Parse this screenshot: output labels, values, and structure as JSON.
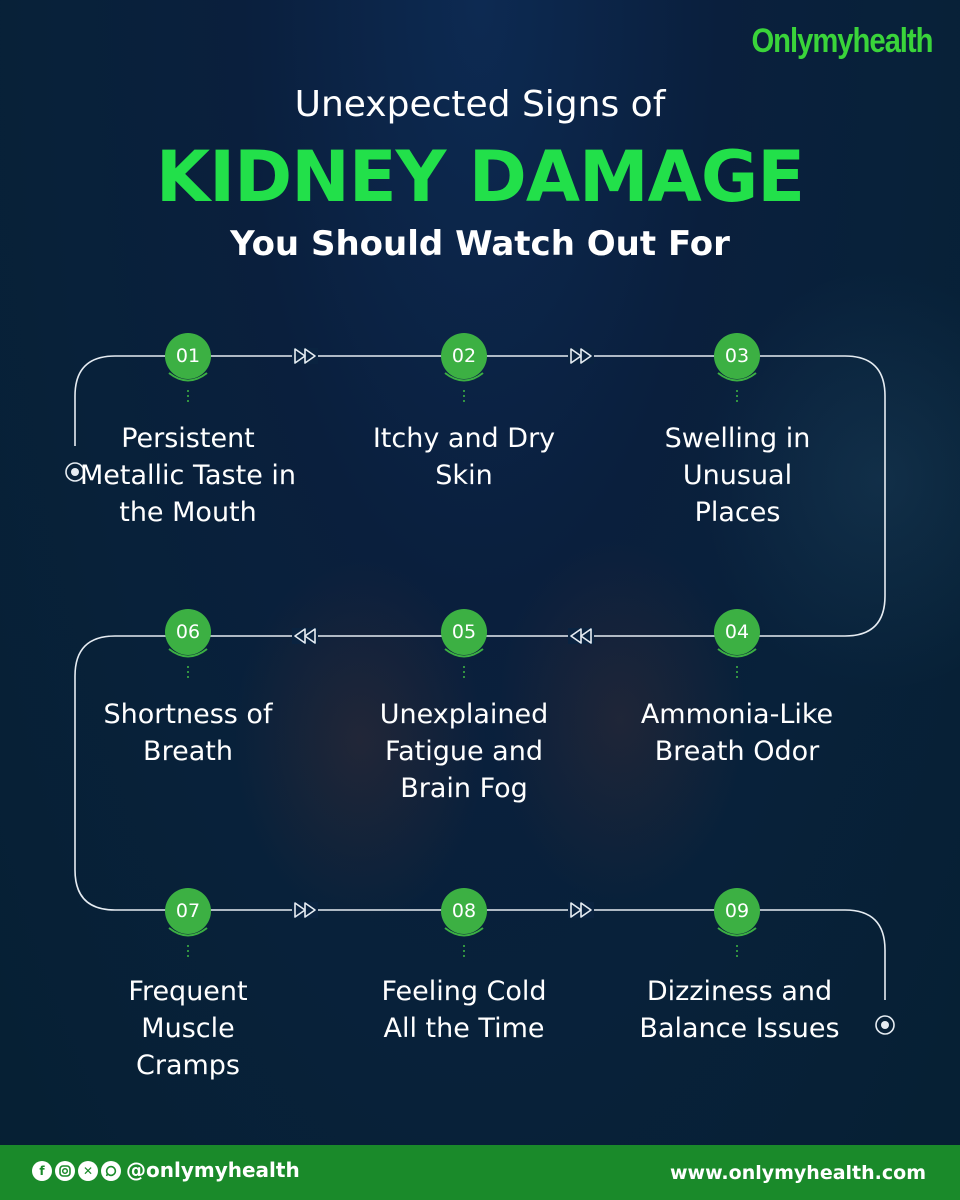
{
  "brand": {
    "logo_text": "Onlymyhealth",
    "accent_green": "#22e04a",
    "badge_green": "#3cb043",
    "footer_green": "#1a8a2a"
  },
  "title": {
    "line1": "Unexpected Signs of",
    "line2": "KIDNEY DAMAGE",
    "line3": "You Should Watch Out For"
  },
  "steps": [
    {
      "num": "01",
      "text": "Persistent Metallic Taste in the Mouth"
    },
    {
      "num": "02",
      "text": "Itchy and Dry Skin"
    },
    {
      "num": "03",
      "text": "Swelling in Unusual Places"
    },
    {
      "num": "04",
      "text": "Ammonia-Like Breath Odor"
    },
    {
      "num": "05",
      "text": "Unexplained Fatigue and Brain Fog"
    },
    {
      "num": "06",
      "text": "Shortness of Breath"
    },
    {
      "num": "07",
      "text": "Frequent Muscle Cramps"
    },
    {
      "num": "08",
      "text": "Feeling Cold All the Time"
    },
    {
      "num": "09",
      "text": "Dizziness and Balance Issues"
    }
  ],
  "footer": {
    "social_icons": [
      "facebook-icon",
      "instagram-icon",
      "x-icon",
      "whatsapp-icon"
    ],
    "handle": "@onlymyhealth",
    "website": "www.onlymyhealth.com"
  }
}
